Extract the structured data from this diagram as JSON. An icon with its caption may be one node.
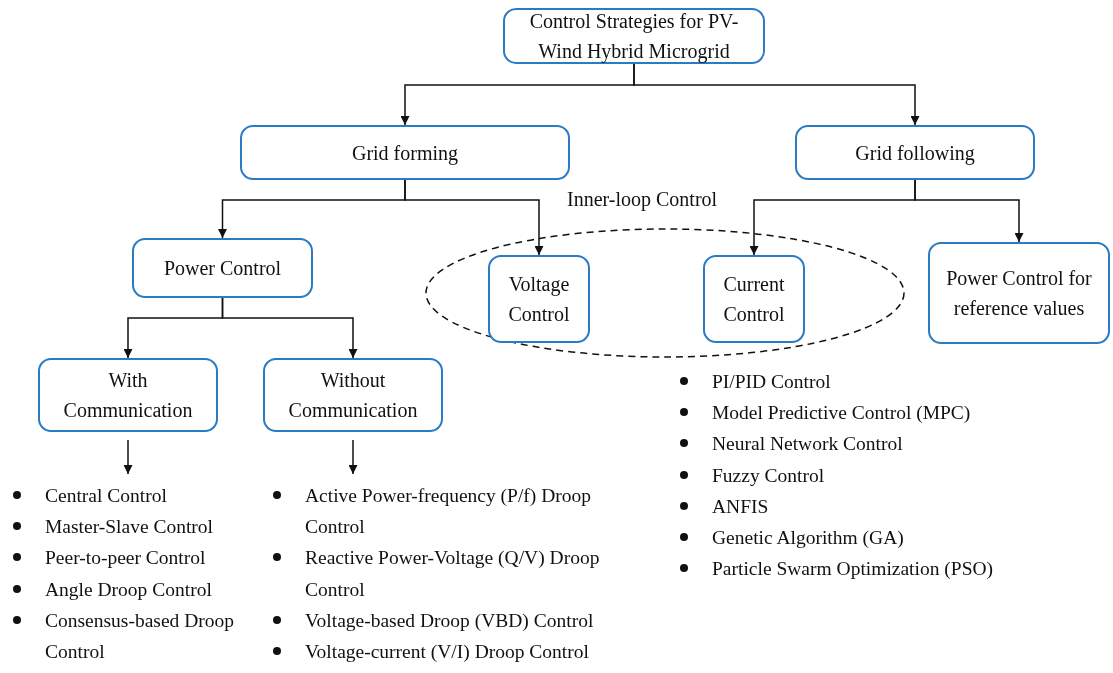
{
  "diagram": {
    "nodes": [
      {
        "text": [
          "Control Strategies for PV-Wind Hybrid Microgrid"
        ]
      },
      {
        "text": [
          "Grid forming"
        ]
      },
      {
        "text": [
          "Grid following"
        ]
      },
      {
        "text": [
          "Inner-loop Control"
        ]
      },
      {
        "text": [
          "Power Control"
        ]
      },
      {
        "text": [
          "Voltage Control"
        ],
        "in": 3
      },
      {
        "text": [
          "Current Control"
        ],
        "in": 3
      },
      {
        "text": [
          "Power Control for reference values"
        ]
      },
      {
        "text": [
          "With Communication"
        ]
      },
      {
        "text": [
          "Without Communication"
        ]
      },
      {
        "text": [
          "Central Control",
          "Master-Slave Control",
          "Peer-to-peer Control",
          "Angle Droop Control",
          "Consensus-based Droop Control"
        ]
      },
      {
        "text": [
          "Active Power-frequency (P/f) Droop Control",
          "Reactive Power-Voltage (Q/V) Droop Control",
          "Voltage-based Droop (VBD) Control",
          "Voltage-current (V/I) Droop Control"
        ]
      }
    ],
    "edges": [
      {
        "from": 0,
        "to": 1,
        "arrow": "to"
      },
      {
        "from": 0,
        "to": 2,
        "arrow": "to"
      },
      {
        "from": 1,
        "to": 4,
        "arrow": "to"
      },
      {
        "from": 1,
        "to": 5,
        "arrow": "to"
      },
      {
        "from": 2,
        "to": 6,
        "arrow": "to"
      },
      {
        "from": 2,
        "to": 7,
        "arrow": "to"
      },
      {
        "from": 4,
        "to": 8,
        "arrow": "to"
      },
      {
        "from": 4,
        "to": 9,
        "arrow": "to"
      },
      {
        "from": 8,
        "to": 10,
        "arrow": "to"
      },
      {
        "from": 9,
        "to": 11,
        "arrow": "to"
      }
    ],
    "labels": [
      "PI/PID Control",
      "Model Predictive Control (MPC)",
      "Neural Network Control",
      "Fuzzy Control",
      "ANFIS",
      "Genetic Algorithm (GA)",
      "Particle Swarm Optimization (PSO)"
    ]
  }
}
